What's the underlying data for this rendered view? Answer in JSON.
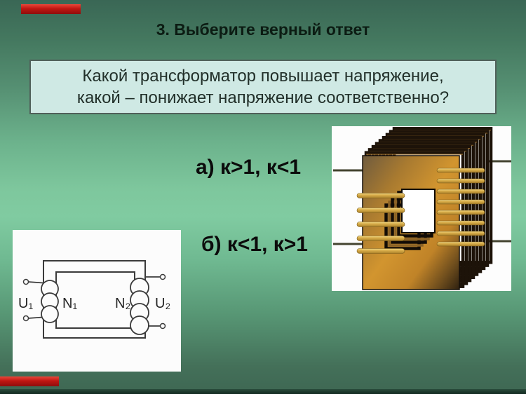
{
  "slide": {
    "title": "3. Выберите верный ответ",
    "question": {
      "line1": "Какой трансформатор повышает напряжение,",
      "line2": "какой – понижает напряжение соответственно?"
    },
    "answers": [
      {
        "key": "a",
        "label": "а) к>1, к<1"
      },
      {
        "key": "b",
        "label": "б) к<1, к>1"
      }
    ]
  },
  "schematic": {
    "labels": {
      "u1": "U₁",
      "n1": "N₁",
      "n2": "N₂",
      "u2": "U₂"
    }
  },
  "colors": {
    "background_top": "#3a6755",
    "background_middle": "#80cba1",
    "background_bottom": "#3e6753",
    "bottom_strip": "#122a20",
    "red_accent": "#c01712",
    "question_box_bg": "#cfe9e4",
    "question_box_border": "#50605a",
    "title_text": "#0c1c13",
    "question_text": "#22302a",
    "answer_text": "#0b0b0b",
    "core_orange": "#d2952f",
    "lamination_dark": "#1d1309",
    "coil_gold": "#d9ae4a",
    "diagram_line": "#3b3b3b"
  }
}
